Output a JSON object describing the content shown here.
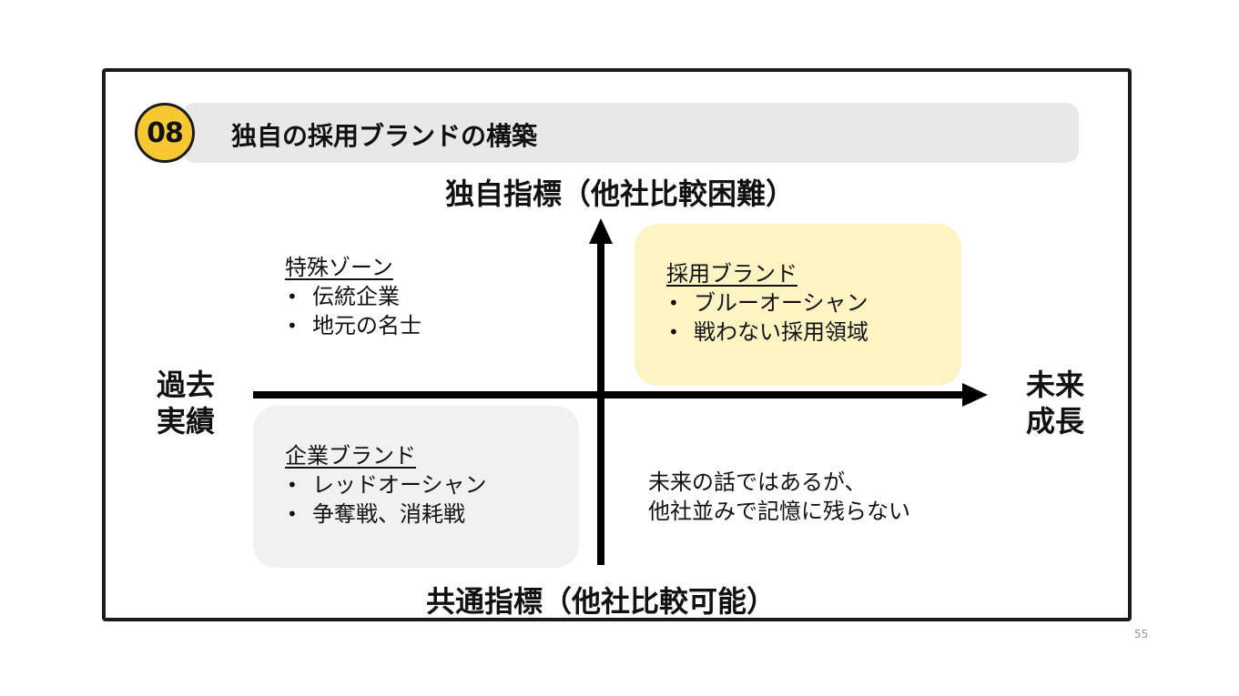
{
  "slide": {
    "badge": "08",
    "title": "独自の採用ブランドの構築",
    "page_number": "55"
  },
  "axes": {
    "top": "独自指標（他社比較困難）",
    "bottom": "共通指標（他社比較可能）",
    "left": [
      "過去",
      "実績"
    ],
    "right": [
      "未来",
      "成長"
    ]
  },
  "quadrants": {
    "top_left": {
      "title": "特殊ゾーン",
      "items": [
        "伝統企業",
        "地元の名士"
      ]
    },
    "top_right": {
      "title": "採用ブランド",
      "items": [
        "ブルーオーシャン",
        "戦わない採用領域"
      ],
      "fill": "#fdf3c3"
    },
    "bottom_left": {
      "title": "企業ブランド",
      "items": [
        "レッドオーシャン",
        "争奪戦、消耗戦"
      ],
      "fill": "#f1f1f1"
    },
    "bottom_right": {
      "lines": [
        "未来の話ではあるが、",
        "他社並みで記憶に残らない"
      ]
    }
  },
  "colors": {
    "badge": "#f7c832",
    "title_bar": "#e8e8e8",
    "frame": "#1a1a1a"
  }
}
